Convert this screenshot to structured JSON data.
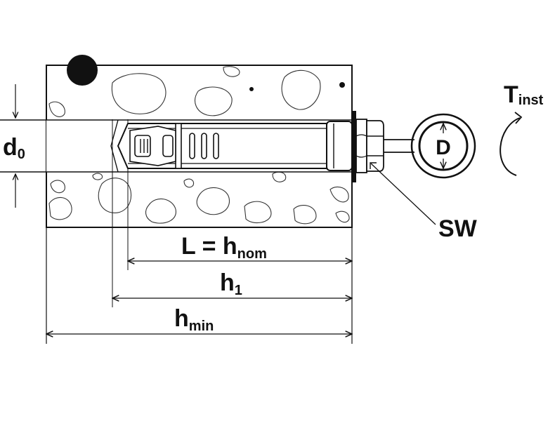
{
  "diagram": {
    "labels": {
      "d0_main": "d",
      "d0_sub": "0",
      "D": "D",
      "T_main": "T",
      "T_sub": "inst",
      "SW": "SW",
      "L_main": "L = h",
      "L_sub": "nom",
      "h1_main": "h",
      "h1_sub": "1",
      "hmin_main": "h",
      "hmin_sub": "min"
    },
    "colors": {
      "ink": "#111111",
      "background": "#ffffff"
    }
  }
}
